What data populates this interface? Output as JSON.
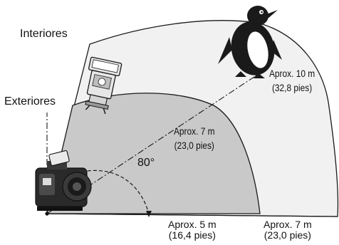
{
  "labels": {
    "indoor": "Interiores",
    "outdoor": "Exteriores",
    "angle": "80°",
    "indoor_far": {
      "line1": "Aprox. 10 m",
      "line2": "(32,8 pies)"
    },
    "outdoor_far": {
      "line1": "Aprox. 7 m",
      "line2": "(23,0 pies)"
    },
    "outdoor_near_bottom": {
      "line1": "Aprox. 5 m",
      "line2": "(16,4 pies)"
    },
    "indoor_near_bottom": {
      "line1": "Aprox. 7 m",
      "line2": "(23,0 pies)"
    }
  },
  "colors": {
    "indoor_area": "#f1f1f1",
    "outdoor_area": "#c9c9c9",
    "outline": "#1a1a1a"
  }
}
